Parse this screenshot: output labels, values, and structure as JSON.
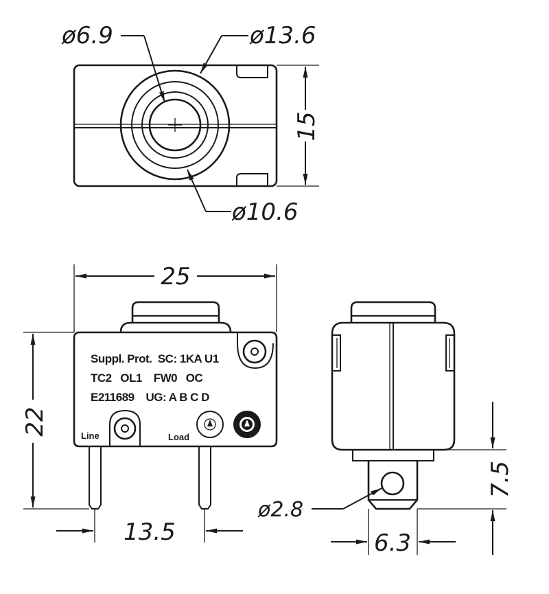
{
  "top_view": {
    "dim_button_dia": "ø6.9",
    "dim_outer_dia": "ø13.6",
    "dim_inner_dia": "ø10.6",
    "dim_height": "15"
  },
  "front_view": {
    "dim_width": "25",
    "dim_height": "22",
    "dim_terminal_spacing": "13.5",
    "marking_lines": [
      "Suppl. Prot.  SC: 1KA U1",
      "TC2   OL1    FW0   OC",
      "E211689    UG: A B C D"
    ],
    "terminal_line_label": "Line",
    "terminal_load_label": "Load"
  },
  "side_view": {
    "dim_hole_dia": "ø2.8",
    "dim_terminal_length": "7.5",
    "dim_terminal_width": "6.3"
  }
}
